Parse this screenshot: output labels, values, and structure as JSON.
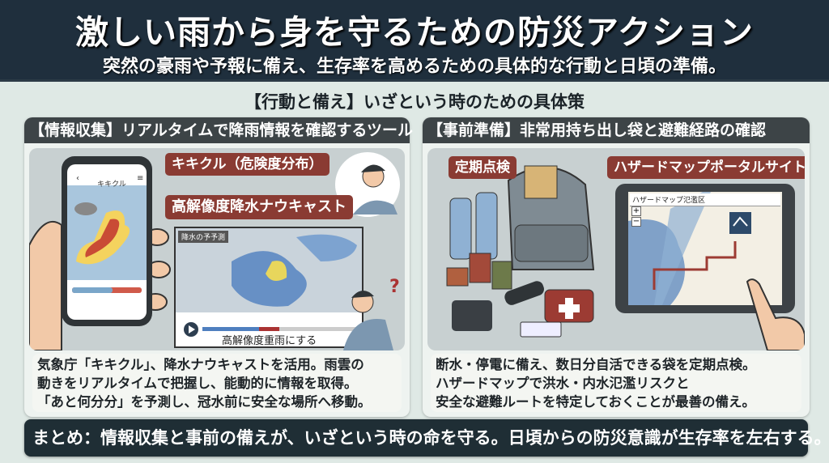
{
  "header": {
    "title": "激しい雨から身を守るための防災アクション",
    "subtitle": "突然の豪雨や予報に備え、生存率を高めるための具体的な行動と日頃の準備。"
  },
  "section_heading": "【行動と備え】いざという時のための具体策",
  "left_panel": {
    "heading": "【情報収集】リアルタイムで降雨情報を確認するツール",
    "phone_app_title": "キキクル",
    "tag_kikikuru": "キキクル（危険度分布）",
    "tag_nowcast": "高解像度降水ナウキャスト",
    "map_label": "降水の予予測",
    "player_label": "高解像度重雨にする",
    "lines": [
      "気象庁「キキクル」、降水ナウキャストを活用。雨雲の",
      "動きをリアルタイムで把握し、能動的に情報を取得。",
      "「あと何分分」を予測し、冠水前に安全な場所へ移動。"
    ]
  },
  "right_panel": {
    "heading": "【事前準備】非常用持ち出し袋と避難経路の確認",
    "tag_check": "定期点検",
    "tag_portal": "ハザードマップポータルサイト",
    "tablet_title": "ハザードマップ氾濫区",
    "zoom_in": "+",
    "zoom_out": "−",
    "lines": [
      "断水・停電に備え、数日分自活できる袋を定期点検。",
      "ハザードマップで洪水・内水氾濫リスクと",
      "安全な避難ルートを特定しておくことが最善の備え。"
    ]
  },
  "summary": "まとめ：情報収集と事前の備えが、いざという時の命を守る。日頃からの防災意識が生存率を左右する。",
  "colors": {
    "header": "#1f2f3d",
    "accent": "#8a3b33",
    "background": "#dfe9e5"
  }
}
